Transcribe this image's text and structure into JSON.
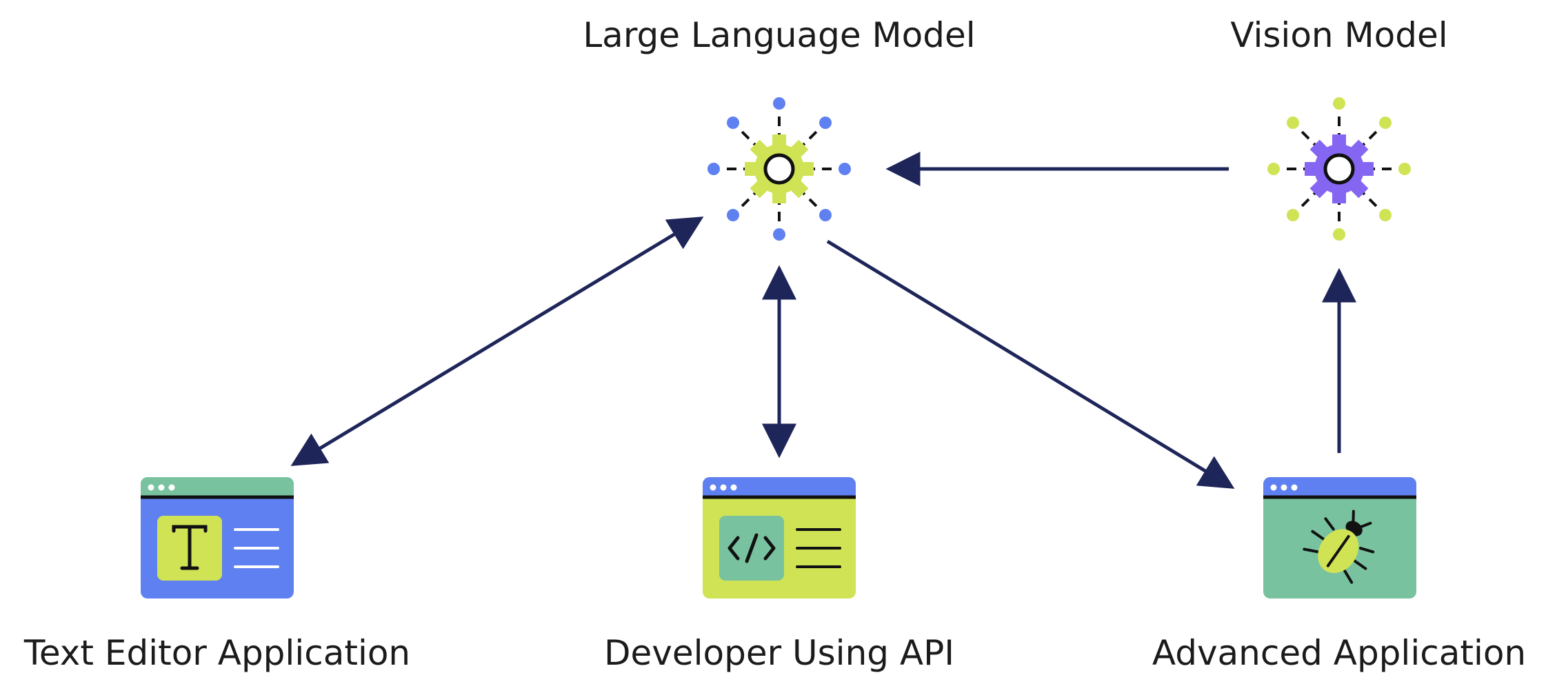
{
  "nodes": {
    "llm": {
      "label": "Large Language Model",
      "gear_color": "#cfe355",
      "dot_color": "#5f80f0",
      "icon": "gear-icon"
    },
    "vision": {
      "label": "Vision Model",
      "gear_color": "#8466f2",
      "dot_color": "#cfe355",
      "icon": "gear-icon"
    },
    "text_editor": {
      "label": "Text Editor Application",
      "window_color": "#5f80f0",
      "titlebar_color": "#79c2a0",
      "panel_color": "#cfe355",
      "icon": "text-t-icon"
    },
    "developer": {
      "label": "Developer Using API",
      "window_color": "#cfe355",
      "titlebar_color": "#5f80f0",
      "panel_color": "#79c2a0",
      "icon": "code-brackets-icon"
    },
    "advanced": {
      "label": "Advanced Application",
      "window_color": "#79c2a0",
      "titlebar_color": "#5f80f0",
      "icon": "bug-icon"
    }
  },
  "edges": [
    {
      "from": "text_editor",
      "to": "llm",
      "direction": "bidirectional"
    },
    {
      "from": "developer",
      "to": "llm",
      "direction": "bidirectional"
    },
    {
      "from": "llm",
      "to": "advanced",
      "direction": "forward"
    },
    {
      "from": "advanced",
      "to": "vision",
      "direction": "forward"
    },
    {
      "from": "vision",
      "to": "llm",
      "direction": "forward"
    }
  ],
  "colors": {
    "edge": "#1e2559",
    "outline": "#111111"
  }
}
